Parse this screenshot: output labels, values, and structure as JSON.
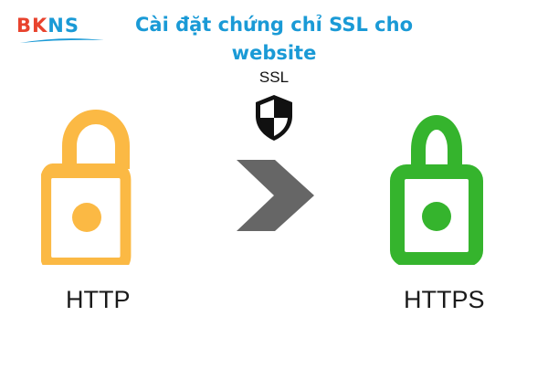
{
  "logo": {
    "part1": "BK",
    "part2": "NS",
    "colors": {
      "bk": "#e8432e",
      "ns": "#1a9ad6",
      "swoosh": "#1a9ad6"
    }
  },
  "title": {
    "line1": "Cài đặt chứng chỉ SSL cho",
    "line2": "website",
    "color": "#1a9ad6"
  },
  "ssl": {
    "label": "SSL",
    "icon": "shield-icon"
  },
  "transition": {
    "icon": "chevron-right-icon",
    "color": "#666666"
  },
  "http": {
    "label": "HTTP",
    "icon": "lock-open-icon",
    "color": "#fbb944"
  },
  "https": {
    "label": "HTTPS",
    "icon": "lock-closed-icon",
    "color": "#35b42d"
  }
}
